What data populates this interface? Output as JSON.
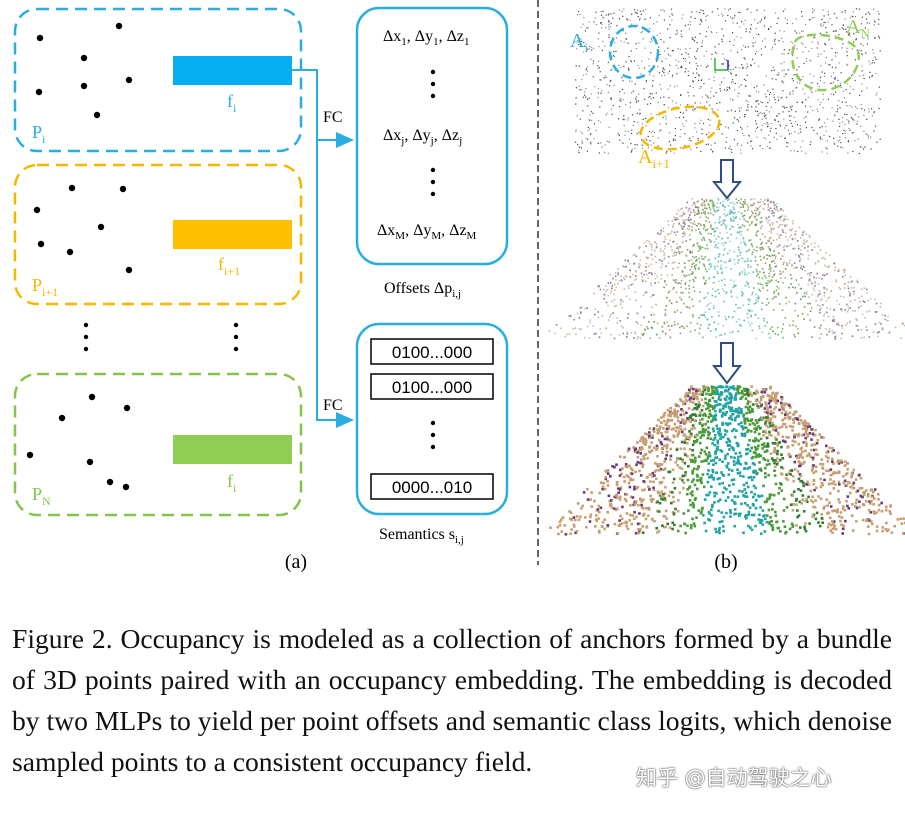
{
  "panel_a": {
    "groups": [
      {
        "set_main": "P",
        "set_sub": "i",
        "feat_main": "f",
        "feat_sub": "i",
        "color": "#2aaee0",
        "bar_color": "#05aef0"
      },
      {
        "set_main": "P",
        "set_sub": "i+1",
        "feat_main": "f",
        "feat_sub": "i+1",
        "color": "#f5b800",
        "bar_color": "#fdc000"
      },
      {
        "set_main": "P",
        "set_sub": "N",
        "feat_main": "f",
        "feat_sub": "i",
        "color": "#86c34b",
        "bar_color": "#8fcd55"
      }
    ],
    "fc_label": "FC",
    "offsets": {
      "rows": [
        {
          "sub": "1"
        },
        {
          "sub": "j"
        },
        {
          "sub": "M"
        }
      ],
      "caption_main": "Offsets Δp",
      "caption_sub": "i,j"
    },
    "semantics": {
      "codes": [
        "0100...000",
        "0100...000",
        "0000...010"
      ],
      "caption_main": "Semantics s",
      "caption_sub": "i,j"
    },
    "label": "(a)"
  },
  "panel_b": {
    "anchors": [
      {
        "main": "A",
        "sub": "i",
        "color": "#2aaee0"
      },
      {
        "main": "A",
        "sub": "N",
        "color": "#8fcd55"
      },
      {
        "main": "A",
        "sub": "i+1",
        "color": "#f5b800"
      }
    ],
    "label": "(b)"
  },
  "caption": "Figure 2. Occupancy is modeled as a collection of anchors formed by a bundle of 3D points paired with an occupancy embedding. The embedding is decoded by two MLPs to yield per point offsets and semantic class logits, which denoise sampled points to a consistent occupancy field.",
  "watermark": "知乎 @自动驾驶之心"
}
